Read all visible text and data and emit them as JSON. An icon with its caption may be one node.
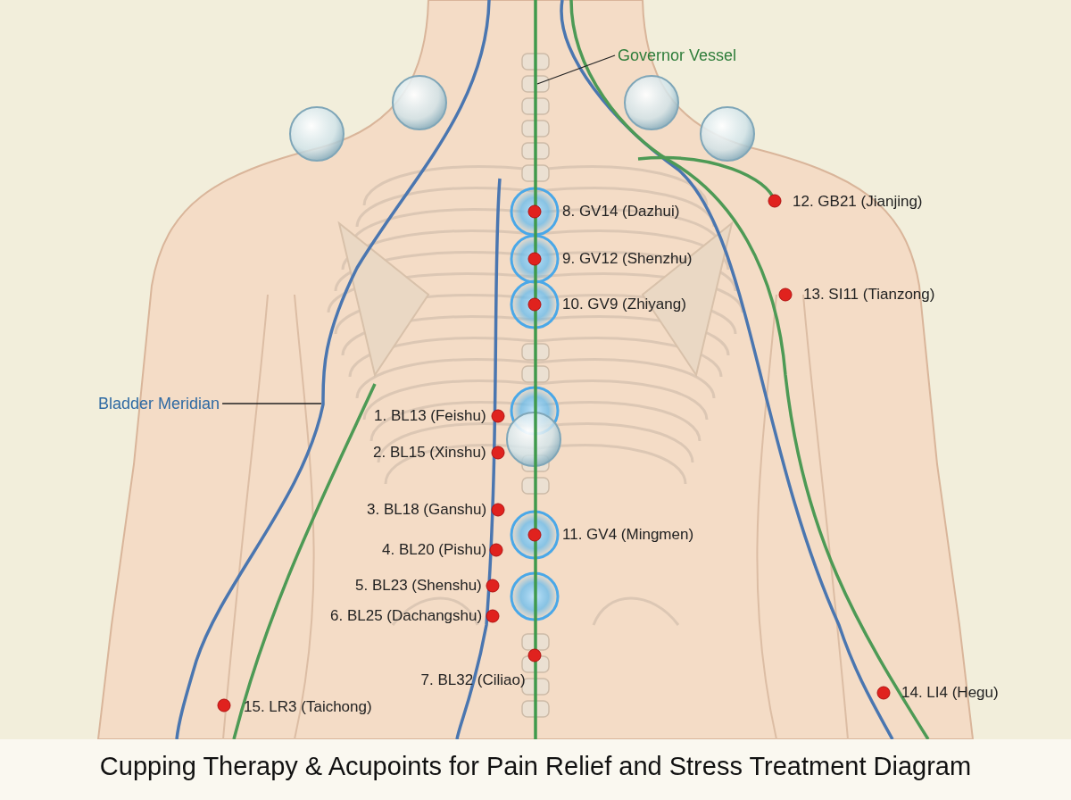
{
  "diagram": {
    "title": "Cupping Therapy & Acupoints for Pain Relief and Stress Treatment Diagram",
    "nodes": [
      {
        "text": [
          "Governor Vessel"
        ]
      },
      {
        "text": [],
        "shape": "line"
      },
      {
        "text": [
          "Bladder Meridian"
        ]
      },
      {
        "text": [],
        "shape": "line"
      }
    ],
    "edges": [
      {
        "from": 0,
        "to": 3,
        "arrow": "none"
      },
      {
        "from": 2,
        "to": 1,
        "arrow": "none"
      }
    ],
    "labels": [
      "1. BL13 (Feishu)",
      "2. BL15 (Xinshu)",
      "3. BL18 (Ganshu)",
      "4. BL20 (Pishu)",
      "5. BL23 (Shenshu)",
      "6. BL25 (Dachangshu)",
      "7. BL32 (Ciliao)",
      "8. GV14 (Dazhui)",
      "9. GV12 (Shenzhu)",
      "10. GV9 (Zhiyang)",
      "11. GV4 (Mingmen)",
      "12. GB21 (Jianjing)",
      "13. SI11 (Tianzong)",
      "14. LI4 (Hegu)",
      "15. LR3 (Taichong)"
    ]
  }
}
